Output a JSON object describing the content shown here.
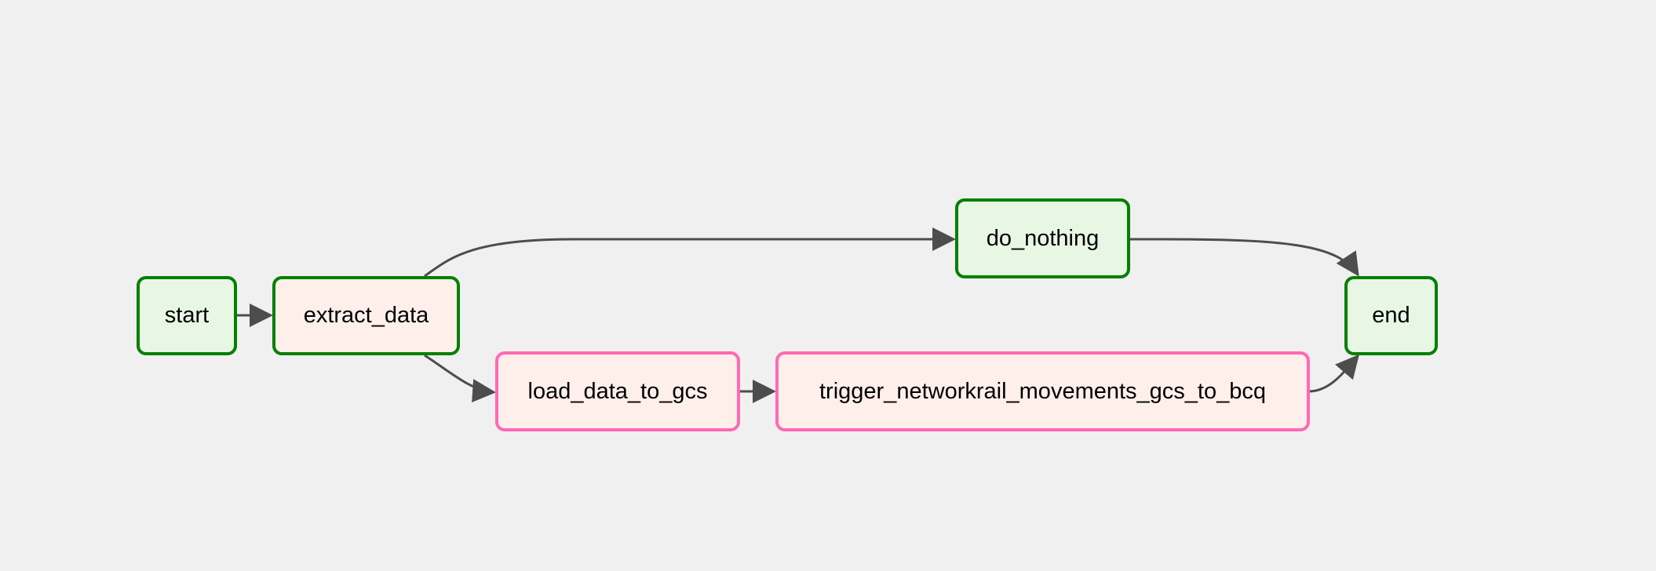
{
  "colors": {
    "background": "#f0f0f0",
    "edge": "#4d4d4d",
    "border_success": "#008000",
    "border_upstream_failed": "#ff69b4",
    "fill_success_node": "#e8f7e4",
    "fill_task_node": "#ffefeb"
  },
  "nodes": [
    {
      "id": "start",
      "label": "start",
      "border": "border_success",
      "fill": "fill_success_node"
    },
    {
      "id": "extract_data",
      "label": "extract_data",
      "border": "border_success",
      "fill": "fill_task_node"
    },
    {
      "id": "do_nothing",
      "label": "do_nothing",
      "border": "border_success",
      "fill": "fill_success_node"
    },
    {
      "id": "load_data_to_gcs",
      "label": "load_data_to_gcs",
      "border": "border_upstream_failed",
      "fill": "fill_task_node"
    },
    {
      "id": "trigger_networkrail_movements_gcs_to_bcq",
      "label": "trigger_networkrail_movements_gcs_to_bcq",
      "border": "border_upstream_failed",
      "fill": "fill_task_node"
    },
    {
      "id": "end",
      "label": "end",
      "border": "border_success",
      "fill": "fill_success_node"
    }
  ],
  "edges": [
    {
      "from": "start",
      "to": "extract_data"
    },
    {
      "from": "extract_data",
      "to": "do_nothing"
    },
    {
      "from": "extract_data",
      "to": "load_data_to_gcs"
    },
    {
      "from": "load_data_to_gcs",
      "to": "trigger_networkrail_movements_gcs_to_bcq"
    },
    {
      "from": "do_nothing",
      "to": "end"
    },
    {
      "from": "trigger_networkrail_movements_gcs_to_bcq",
      "to": "end"
    }
  ]
}
